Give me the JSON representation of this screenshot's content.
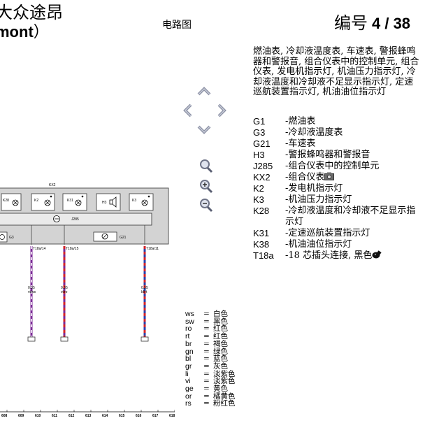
{
  "header": {
    "title_line1": "大众途昂",
    "title_line2": "mont",
    "title_line2_paren": "）",
    "doc_type": "电路图",
    "page_label": "编号",
    "page_number": "4 / 38"
  },
  "description": "燃油表, 冷却液温度表, 车速表, 警报蜂鸣器和警报音, 组合仪表中的控制单元, 组合仪表, 发电机指示灯, 机油压力指示灯, 冷却液温度和冷却液不足显示指示灯, 定速巡航装置指示灯, 机油油位指示灯",
  "components": [
    {
      "code": "G1",
      "desc": "-燃油表"
    },
    {
      "code": "G3",
      "desc": "-冷却液温度表"
    },
    {
      "code": "G21",
      "desc": "-车速表"
    },
    {
      "code": "H3",
      "desc": "-警报蜂鸣器和警报音"
    },
    {
      "code": "J285",
      "desc": "-组合仪表中的控制单元"
    },
    {
      "code": "KX2",
      "desc": "-组合仪表"
    },
    {
      "code": "K2",
      "desc": "-发电机指示灯"
    },
    {
      "code": "K3",
      "desc": "-机油压力指示灯"
    },
    {
      "code": "K28",
      "desc": "-冷却液温度和冷却液不足显示指示灯"
    },
    {
      "code": "K31",
      "desc": "-定速巡航装置指示灯"
    },
    {
      "code": "K38",
      "desc": "-机油油位指示灯"
    },
    {
      "code": "T18a",
      "desc": "-18 芯插头连接, 黑色"
    }
  ],
  "nav_icons": [
    "arrow-up-icon",
    "arrow-left-icon",
    "arrow-right-icon",
    "arrow-down-icon",
    "magnifier-icon",
    "zoom-in-icon",
    "zoom-out-icon"
  ],
  "colors_legend": [
    {
      "abbr": "ws",
      "eq": "=",
      "name": "白色"
    },
    {
      "abbr": "sw",
      "eq": "=",
      "name": "黑色"
    },
    {
      "abbr": "ro",
      "eq": "=",
      "name": "红色"
    },
    {
      "abbr": "rt",
      "eq": "=",
      "name": "红色"
    },
    {
      "abbr": "br",
      "eq": "=",
      "name": "褐色"
    },
    {
      "abbr": "gn",
      "eq": "=",
      "name": "绿色"
    },
    {
      "abbr": "bl",
      "eq": "=",
      "name": "蓝色"
    },
    {
      "abbr": "gr",
      "eq": "=",
      "name": "灰色"
    },
    {
      "abbr": "li",
      "eq": "=",
      "name": "淡紫色"
    },
    {
      "abbr": "vi",
      "eq": "=",
      "name": "淡紫色"
    },
    {
      "abbr": "ge",
      "eq": "=",
      "name": "黄色"
    },
    {
      "abbr": "or",
      "eq": "=",
      "name": "橘黄色"
    },
    {
      "abbr": "rs",
      "eq": "=",
      "name": "粉红色"
    }
  ],
  "diagram": {
    "module_label": "KX2",
    "ecu_label": "J285",
    "lamp_labels": [
      "K28",
      "K2",
      "K31",
      "H3",
      "K3"
    ],
    "gauge_left_label": "G3",
    "gauge_right_label": "G21",
    "pin_labels": [
      "T18a/14",
      "T18a/15",
      "T18a/11"
    ],
    "wire_sizes": [
      "0.35",
      "0.35",
      "0.35"
    ],
    "wire_colors_text": [
      "vi/ws",
      "vi/ro",
      "bl/rt"
    ],
    "wire_color_hex": {
      "violet": "#7b2a96",
      "red": "#d2232a",
      "blue": "#2a3fa8",
      "white": "#ffffff"
    },
    "panel_fill": "#d3d3d3",
    "ruler_numbers": [
      "608",
      "609",
      "610",
      "611",
      "612",
      "613",
      "614",
      "615",
      "616",
      "617",
      "618"
    ]
  }
}
